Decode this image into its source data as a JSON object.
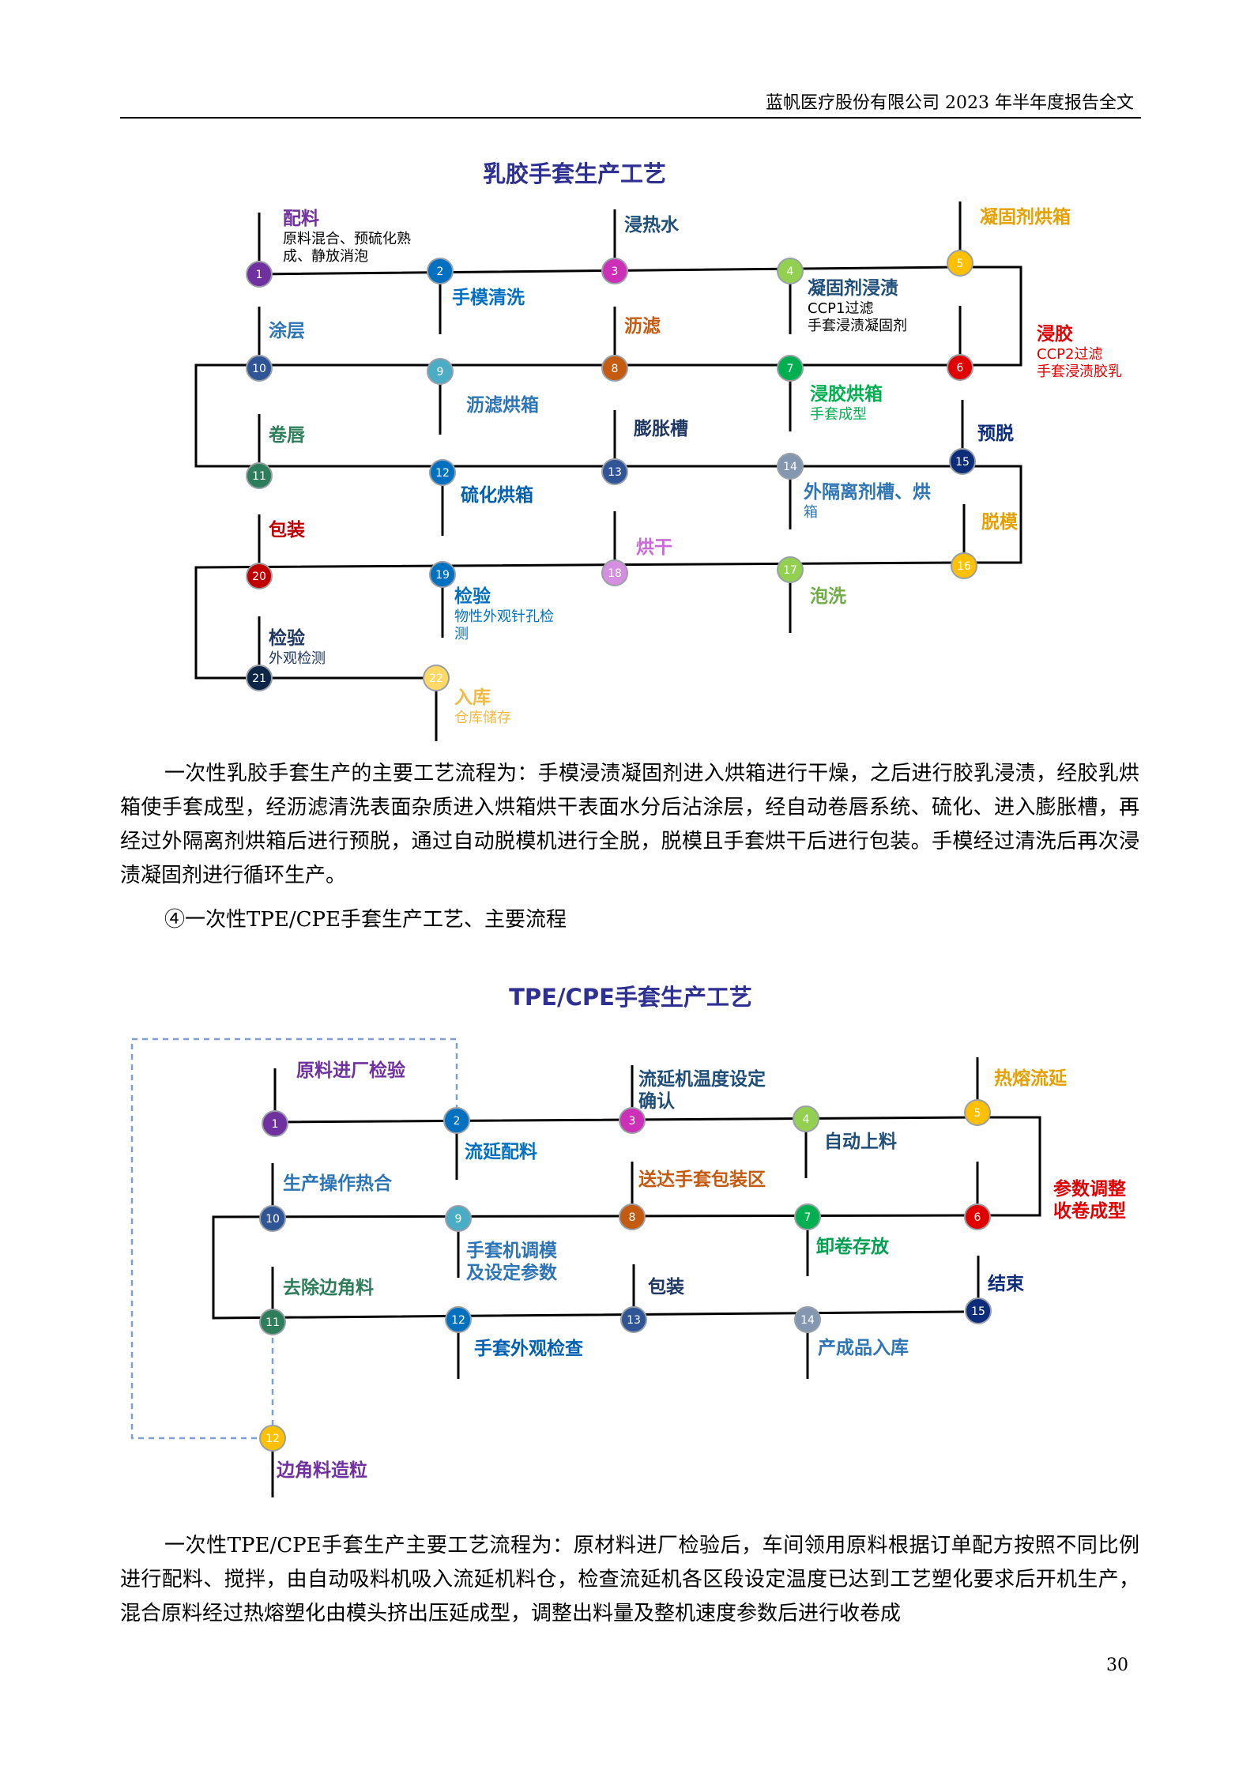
{
  "header": {
    "text": "蓝帆医疗股份有限公司 2023 年半年度报告全文"
  },
  "diagram1": {
    "title": "乳胶手套生产工艺",
    "steps": [
      {
        "n": "1",
        "color": "#7030a0",
        "title": "配料",
        "title_color": "#7030a0",
        "desc": [
          "原料混合、预硫化熟",
          "成、静放消泡"
        ],
        "desc_color": "#000000"
      },
      {
        "n": "2",
        "color": "#0070c0",
        "title": "手模清洗",
        "title_color": "#0070c0",
        "desc": [],
        "desc_color": "#0070c0"
      },
      {
        "n": "3",
        "color": "#cc2fb8",
        "title": "浸热水",
        "title_color": "#1f4e79",
        "desc": [],
        "desc_color": "#000000"
      },
      {
        "n": "4",
        "color": "#92d050",
        "title": "凝固剂浸渍",
        "title_color": "#1f4e79",
        "desc": [
          "CCP1过滤",
          "手套浸渍凝固剂"
        ],
        "desc_color": "#000000"
      },
      {
        "n": "5",
        "color": "#ffc000",
        "title": "凝固剂烘箱",
        "title_color": "#e6a000",
        "desc": [],
        "desc_color": "#000000"
      },
      {
        "n": "6",
        "color": "#e00000",
        "title": "浸胶",
        "title_color": "#e00000",
        "desc": [
          "CCP2过滤",
          "手套浸渍胶乳"
        ],
        "desc_color": "#e00000"
      },
      {
        "n": "7",
        "color": "#00b050",
        "title": "浸胶烘箱",
        "title_color": "#00b050",
        "desc": [
          "手套成型"
        ],
        "desc_color": "#00b050"
      },
      {
        "n": "8",
        "color": "#c55a11",
        "title": "沥滤",
        "title_color": "#c55a11",
        "desc": [],
        "desc_color": "#000000"
      },
      {
        "n": "9",
        "color": "#4bacc6",
        "title": "沥滤烘箱",
        "title_color": "#2e75b6",
        "desc": [],
        "desc_color": "#000000"
      },
      {
        "n": "10",
        "color": "#2f5597",
        "title": "涂层",
        "title_color": "#2e75b6",
        "desc": [],
        "desc_color": "#000000"
      },
      {
        "n": "11",
        "color": "#2e7d5b",
        "title": "卷唇",
        "title_color": "#2e7d5b",
        "desc": [],
        "desc_color": "#000000"
      },
      {
        "n": "12",
        "color": "#0070c0",
        "title": "硫化烘箱",
        "title_color": "#0060b0",
        "desc": [],
        "desc_color": "#000000"
      },
      {
        "n": "13",
        "color": "#2f5597",
        "title": "膨胀槽",
        "title_color": "#1f3864",
        "desc": [],
        "desc_color": "#000000"
      },
      {
        "n": "14",
        "color": "#8497b0",
        "title": "外隔离剂槽、烘",
        "title_color": "#2e75b6",
        "desc": [
          "箱"
        ],
        "desc_color": "#2e75b6"
      },
      {
        "n": "15",
        "color": "#0d2d7a",
        "title": "预脱",
        "title_color": "#0d2d7a",
        "desc": [],
        "desc_color": "#000000"
      },
      {
        "n": "16",
        "color": "#ffc000",
        "title": "脱模",
        "title_color": "#e6a000",
        "desc": [],
        "desc_color": "#000000"
      },
      {
        "n": "17",
        "color": "#92d050",
        "title": "泡洗",
        "title_color": "#70ad47",
        "desc": [],
        "desc_color": "#000000"
      },
      {
        "n": "18",
        "color": "#d58ee0",
        "title": "烘干",
        "title_color": "#c86bd6",
        "desc": [],
        "desc_color": "#000000"
      },
      {
        "n": "19",
        "color": "#0070c0",
        "title": "检验",
        "title_color": "#0070c0",
        "desc": [
          "物性外观针孔检",
          "测"
        ],
        "desc_color": "#0070c0"
      },
      {
        "n": "20",
        "color": "#c00000",
        "title": "包装",
        "title_color": "#c00000",
        "desc": [],
        "desc_color": "#000000"
      },
      {
        "n": "21",
        "color": "#0d2547",
        "title": "检验",
        "title_color": "#1f3864",
        "desc": [
          "外观检测"
        ],
        "desc_color": "#1f3864"
      },
      {
        "n": "22",
        "color": "#ffd966",
        "title": "入库",
        "title_color": "#f4b942",
        "desc": [
          "仓库储存"
        ],
        "desc_color": "#f4b942"
      }
    ]
  },
  "para1": "一次性乳胶手套生产的主要工艺流程为：手模浸渍凝固剂进入烘箱进行干燥，之后进行胶乳浸渍，经胶乳烘箱使手套成型，经沥滤清洗表面杂质进入烘箱烘干表面水分后沾涂层，经自动卷唇系统、硫化、进入膨胀槽，再经过外隔离剂烘箱后进行预脱，通过自动脱模机进行全脱，脱模且手套烘干后进行包装。手模经过清洗后再次浸渍凝固剂进行循环生产。",
  "subhead": "④一次性TPE/CPE手套生产工艺、主要流程",
  "diagram2": {
    "title": "TPE/CPE手套生产工艺",
    "steps": [
      {
        "n": "1",
        "color": "#7030a0",
        "title": [
          "原料进厂检验"
        ],
        "title_color": "#7030a0"
      },
      {
        "n": "2",
        "color": "#0070c0",
        "title": [
          "流延配料"
        ],
        "title_color": "#0070c0"
      },
      {
        "n": "3",
        "color": "#cc2fb8",
        "title": [
          "流延机温度设定",
          "确认"
        ],
        "title_color": "#1f4e79"
      },
      {
        "n": "4",
        "color": "#92d050",
        "title": [
          "自动上料"
        ],
        "title_color": "#1f4e79"
      },
      {
        "n": "5",
        "color": "#ffc000",
        "title": [
          "热熔流延"
        ],
        "title_color": "#e6a000"
      },
      {
        "n": "6",
        "color": "#e00000",
        "title": [
          "参数调整",
          "收卷成型"
        ],
        "title_color": "#e00000"
      },
      {
        "n": "7",
        "color": "#00b050",
        "title": [
          "卸卷存放"
        ],
        "title_color": "#00a050"
      },
      {
        "n": "8",
        "color": "#c55a11",
        "title": [
          "送达手套包装区"
        ],
        "title_color": "#c55a11"
      },
      {
        "n": "9",
        "color": "#4bacc6",
        "title": [
          "手套机调模",
          "及设定参数"
        ],
        "title_color": "#2e75b6"
      },
      {
        "n": "10",
        "color": "#2f5597",
        "title": [
          "生产操作热合"
        ],
        "title_color": "#2e75b6"
      },
      {
        "n": "11",
        "color": "#2e7d5b",
        "title": [
          "去除边角料"
        ],
        "title_color": "#2e7d5b"
      },
      {
        "n": "12",
        "color": "#0070c0",
        "title": [
          "手套外观检查"
        ],
        "title_color": "#0060b0"
      },
      {
        "n": "13",
        "color": "#2f5597",
        "title": [
          "包装"
        ],
        "title_color": "#1f3864"
      },
      {
        "n": "14",
        "color": "#8497b0",
        "title": [
          "产成品入库"
        ],
        "title_color": "#2e75b6"
      },
      {
        "n": "15",
        "color": "#0d2d7a",
        "title": [
          "结束"
        ],
        "title_color": "#0d2d7a"
      },
      {
        "n": "12",
        "color": "#ffc000",
        "title": [
          "边角料造粒"
        ],
        "title_color": "#7030a0"
      }
    ]
  },
  "para2": "一次性TPE/CPE手套生产主要工艺流程为：原材料进厂检验后，车间领用原料根据订单配方按照不同比例进行配料、搅拌，由自动吸料机吸入流延机料仓，检查流延机各区段设定温度已达到工艺塑化要求后开机生产，混合原料经过热熔塑化由模头挤出压延成型，调整出料量及整机速度参数后进行收卷成",
  "page_number": "30"
}
